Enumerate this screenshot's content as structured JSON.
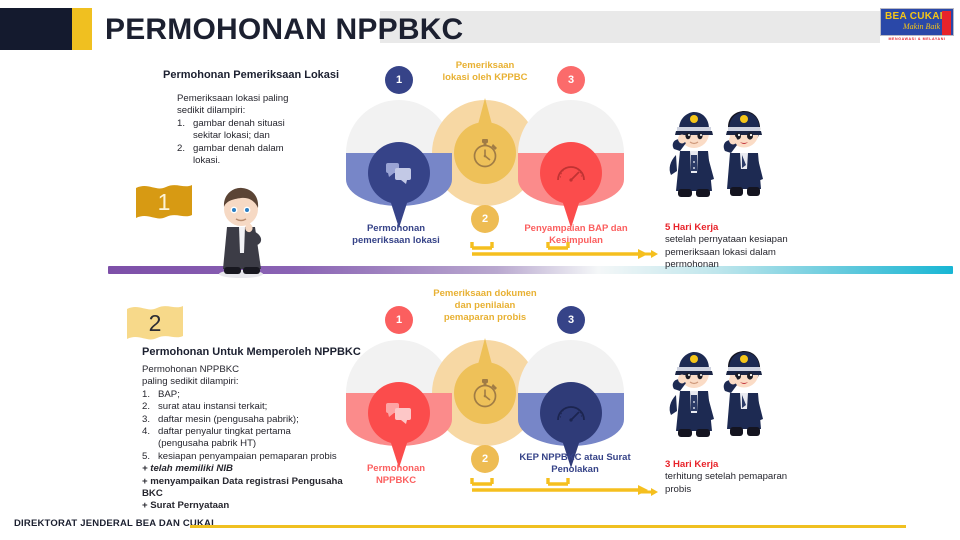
{
  "header": {
    "title": "PERMOHONAN NPPBKC",
    "logo": {
      "name": "BEA CUKAI",
      "script": "Makin Baik",
      "tagline": "MENGAWASI & MELAYANI"
    }
  },
  "footer": {
    "text": "DIREKTORAT JENDERAL  BEA DAN CUKAI"
  },
  "sections": [
    {
      "badge": "1",
      "heading": "Permohonan  Pemeriksaan  Lokasi",
      "body": [
        "Pemeriksaan lokasi paling",
        "sedikit dilampiri:"
      ],
      "list": [
        {
          "num": "1.",
          "lines": [
            "gambar denah situasi",
            "sekitar lokasi; dan"
          ]
        },
        {
          "num": "2.",
          "lines": [
            "gambar denah dalam",
            "lokasi."
          ]
        }
      ],
      "extras": [],
      "top_label": "Pemeriksaan\nlokasi oleh KPPBC",
      "steps": [
        {
          "n": "1",
          "caption": "Permohonan\npemeriksaan lokasi",
          "badge_color": "#364388",
          "caption_color": "#364388",
          "pin_color": "#364388",
          "disc_color": "#7786c8",
          "icon": "chat-icon"
        },
        {
          "n": "2",
          "caption": "",
          "badge_color": "#eebc53",
          "caption_color": "#e8b133",
          "pin_color": "#eec159",
          "disc_color": "#f3cf8a",
          "icon": "stopwatch-icon"
        },
        {
          "n": "3",
          "caption": "Penyampaian BAP dan\nKesimpulan",
          "badge_color": "#fb6b6b",
          "caption_color": "#fb5f5f",
          "pin_color": "#fb4c4c",
          "disc_color": "#fb8b8b",
          "icon": "gauge-icon"
        }
      ],
      "result": {
        "highlight": "5 Hari Kerja",
        "lines": [
          "setelah pernyataan kesiapan",
          "pemeriksaan lokasi dalam",
          "permohonan"
        ]
      }
    },
    {
      "badge": "2",
      "heading": "Permohonan  Untuk  Memperoleh  NPPBKC",
      "body": [
        "Permohonan NPPBKC",
        "paling sedikit dilampiri:"
      ],
      "list": [
        {
          "num": "1.",
          "lines": [
            "BAP;"
          ]
        },
        {
          "num": "2.",
          "lines": [
            "surat atau instansi terkait;"
          ]
        },
        {
          "num": "3.",
          "lines": [
            "daftar mesin (pengusaha pabrik);"
          ]
        },
        {
          "num": "4.",
          "lines": [
            "daftar penyalur tingkat pertama",
            "(pengusaha pabrik HT)"
          ]
        },
        {
          "num": "5.",
          "lines": [
            "kesiapan penyampaian pemaparan probis"
          ]
        }
      ],
      "extras": [
        {
          "text": "+ telah memiliki  NIB",
          "style": "bolditalic"
        },
        {
          "text": "+ menyampaikan Data registrasi Pengusaha",
          "style": "plain"
        },
        {
          "text": "BKC",
          "style": "plain"
        },
        {
          "text": "+ Surat Pernyataan",
          "style": "plain"
        }
      ],
      "top_label": "Pemeriksaan dokumen\ndan penilaian\npemaparan probis",
      "steps": [
        {
          "n": "1",
          "caption": "Permohonan\nNPPBKC",
          "badge_color": "#fb5f5f",
          "caption_color": "#fb5f5f",
          "pin_color": "#fb4c4c",
          "disc_color": "#fb8b8b",
          "icon": "chat-icon"
        },
        {
          "n": "2",
          "caption": "",
          "badge_color": "#eebc53",
          "caption_color": "#e8b133",
          "pin_color": "#eec159",
          "disc_color": "#f3cf8a",
          "icon": "stopwatch-icon"
        },
        {
          "n": "3",
          "caption": "KEP NPPBKC atau Surat\nPenolakan",
          "badge_color": "#364388",
          "caption_color": "#364388",
          "pin_color": "#2f3b78",
          "disc_color": "#7786c8",
          "icon": "gauge-icon"
        }
      ],
      "result": {
        "highlight": "3 Hari Kerja",
        "lines": [
          "terhitung setelah pemaparan",
          "probis"
        ]
      }
    }
  ],
  "colors": {
    "navy": "#141a2e",
    "gold": "#f0c020",
    "red": "#e8232a",
    "blue_step": "#364388",
    "yellow_step": "#eebc53",
    "red_step": "#fb5f5f",
    "ring_gray": "#f2f2f2",
    "ring_cream": "#f8d79a"
  }
}
